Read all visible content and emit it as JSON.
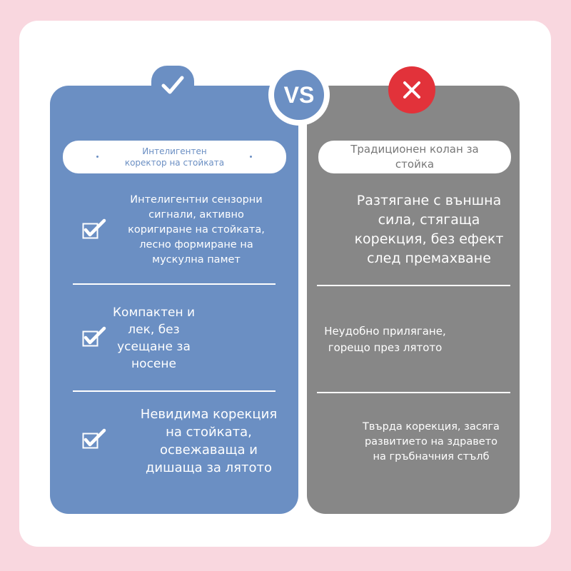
{
  "badges": {
    "vs_label": "VS"
  },
  "colors": {
    "background": "#f9d7df",
    "left_panel": "#6b8fc3",
    "right_panel": "#878787",
    "x_badge": "#e2323a"
  },
  "icons": {
    "left_header": "check-icon",
    "right_header": "close-icon",
    "row_marker": "checkbox-checked-icon"
  },
  "left": {
    "title": "Интелигентен\nкоректор на стойката",
    "items": [
      "Интелигентни сензорни\nсигнали, активно\nкоригиране на стойката,\nлесно формиране на\nмускулна памет",
      "Компактен и\nлек, без\nусещане за\nносене",
      "Невидима корекция\nна стойката,\nосвежаваща и\nдишаща за лятото"
    ]
  },
  "right": {
    "title": "Традиционен колан за\nстойка",
    "items": [
      "Разтягане с външна\nсила, стягаща\nкорекция, без ефект\nслед премахване",
      "Неудобно прилягане,\nгорещо през лятото",
      "Твърда корекция, засяга\nразвитието на здравето\nна гръбначния стълб"
    ]
  }
}
